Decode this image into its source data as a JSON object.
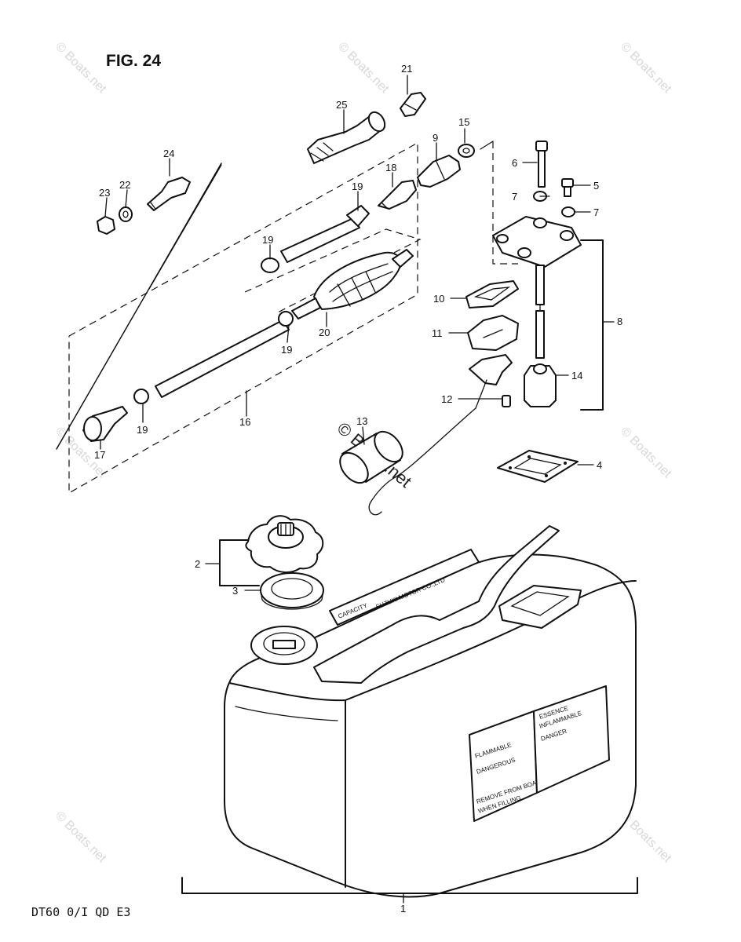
{
  "figure": {
    "title": "FIG. 24",
    "model_code": "DT60 0/I QD E3"
  },
  "watermark": {
    "corner": "© Boats.net",
    "center": "© Boats.net"
  },
  "labels": {
    "p1": "1",
    "p2": "2",
    "p3": "3",
    "p4": "4",
    "p5": "5",
    "p6": "6",
    "p7a": "7",
    "p7b": "7",
    "p8": "8",
    "p9": "9",
    "p10": "10",
    "p11": "11",
    "p12": "12",
    "p13": "13",
    "p14": "14",
    "p15": "15",
    "p16": "16",
    "p17": "17",
    "p18": "18",
    "p19a": "19",
    "p19b": "19",
    "p19c": "19",
    "p19d": "19",
    "p20": "20",
    "p21": "21",
    "p22": "22",
    "p23": "23",
    "p24": "24",
    "p25": "25"
  },
  "tank_decals": {
    "left_warning": [
      "FLAMMABLE",
      "DANGEROUS",
      "REMOVE FROM BOAT",
      "WHEN FILLING"
    ],
    "right_warning": [
      "ESSENCE",
      "INFLAMMABLE",
      "DANGER"
    ],
    "top_plate": [
      "CAPACITY",
      "SUZUKI MOTOR CO.,LTD"
    ]
  }
}
